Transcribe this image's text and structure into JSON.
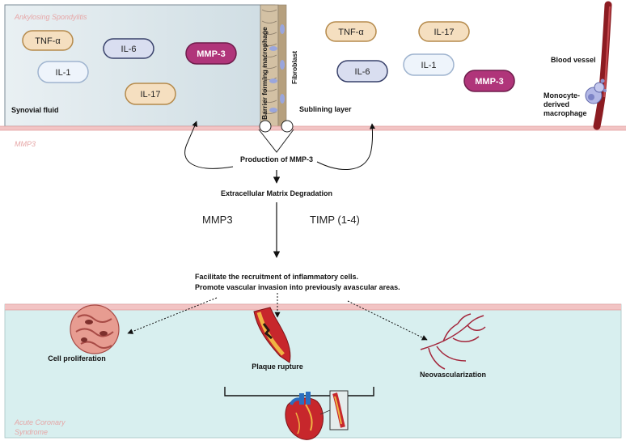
{
  "top_section": {
    "title": "Ankylosing Spondylitis",
    "synovial_label": "Synovial fluid",
    "barrier_label": "Barrier forming macrophage",
    "fibroblast_label": "Fibroblast",
    "sublining_label": "Sublining layer",
    "blood_vessel_label": "Blood vessel",
    "monocyte_label_lines": [
      "Monocyte-",
      "derived",
      "macrophage"
    ],
    "left_pills": [
      {
        "label": "TNF-α",
        "kind": "tan"
      },
      {
        "label": "IL-6",
        "kind": "lavender"
      },
      {
        "label": "MMP-3",
        "kind": "magenta"
      },
      {
        "label": "IL-1",
        "kind": "blue"
      },
      {
        "label": "IL-17",
        "kind": "tan"
      }
    ],
    "right_pills": [
      {
        "label": "TNF-α",
        "kind": "tan"
      },
      {
        "label": "IL-17",
        "kind": "tan"
      },
      {
        "label": "IL-1",
        "kind": "blue"
      },
      {
        "label": "IL-6",
        "kind": "lavender"
      },
      {
        "label": "MMP-3",
        "kind": "magenta"
      }
    ]
  },
  "membrane_label": "MMP3",
  "flow": {
    "production": "Production of MMP-3",
    "ecm": "Extracellular Matrix Degradation",
    "mmp3": "MMP3",
    "timp": "TIMP (1-4)",
    "recruit_line1": "Facilitate the recruitment of inflammatory cells.",
    "recruit_line2": "Promote vascular invasion into previously avascular areas."
  },
  "bottom_section": {
    "title_lines": [
      "Acute Coronary",
      "Syndrome"
    ],
    "outcomes": [
      {
        "label": "Cell proliferation"
      },
      {
        "label": "Plaque rupture"
      },
      {
        "label": "Neovascularization"
      }
    ]
  },
  "colors": {
    "panel_top": "#dde8ec",
    "panel_bottom": "#d8efef",
    "membrane": "#f2c4c4",
    "pill_tan_fill": "#f5dfc0",
    "pill_tan_stroke": "#b58a4b",
    "pill_lavender_fill": "#d9def0",
    "pill_lavender_stroke": "#39426b",
    "pill_blue_fill": "#eef4fb",
    "pill_blue_stroke": "#9fb4cf",
    "pill_magenta_fill": "#b0357a",
    "pill_magenta_stroke": "#6e1d4b",
    "title_pink": "#e6a6a6",
    "vessel_red": "#8c1c22"
  }
}
